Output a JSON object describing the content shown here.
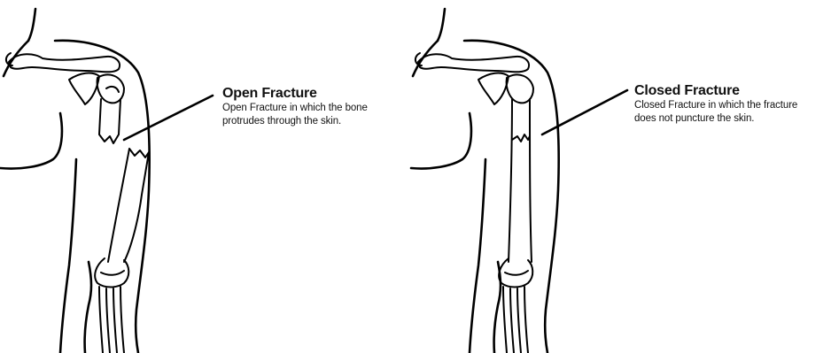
{
  "panels": {
    "open": {
      "title": "Open Fracture",
      "description_line1": "Open Fracture in which the bone",
      "description_line2": "protrudes through the skin."
    },
    "closed": {
      "title": "Closed Fracture",
      "description_line1": "Closed Fracture in which the fracture",
      "description_line2": "does not puncture the skin."
    }
  },
  "colors": {
    "ink": "#000000",
    "background": "#ffffff"
  }
}
